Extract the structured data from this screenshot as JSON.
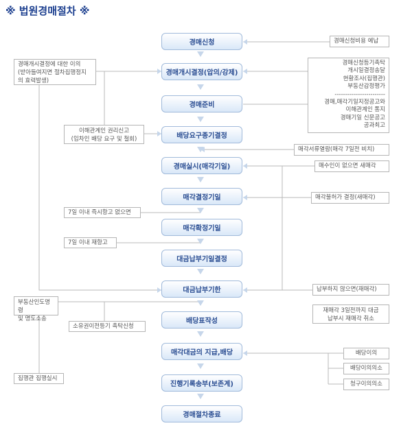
{
  "title": "※ 법원경매절차 ※",
  "steps": [
    "경매신청",
    "경매개시결정(압의/강제)",
    "경매준비",
    "배당요구종기결정",
    "경매실시(매각기일)",
    "매각결정기일",
    "매각확정기일",
    "대금납부기일결정",
    "대금납부기한",
    "배당표작성",
    "매각대금의 지급,배당",
    "진행기록송부(보존계)",
    "경매절차종료"
  ],
  "left_notes": {
    "objection": "경매개시결정에 대한 이의\n(받아들여지면 절차집행정지\n의 효력발생)",
    "creditor_report": "이해관계인 권리신고\n(임차인 배당 요구 및 철회)",
    "appeal_7days": "7일 이내 즉시항고 없으면",
    "reappeal_7days": "7일 이내 재항고",
    "eviction": "부동산인도명령\n및 명도소송",
    "cancel_registration": "소유권이전등기 촉탁신청",
    "enforcement": "집행관 집행실시"
  },
  "right_notes": {
    "cost_prepay": "경매신청비용 예납",
    "preparation_block": "경매신청등기촉탁\n개시일결정송달\n현황조사(집행관)\n부동산감정평가\n------------------------\n경매,매각기일지정공고와\n이해관계인 통지\n경매기일 신문공고\n공과최고",
    "document_view": "매각서류열람(매각 7일전 비치)",
    "no_buyer": "매수인이 없으면 새매각",
    "permit_decision": "매각불허가 결정(새매각)",
    "no_payment": "납부하지 않으면(재매각)",
    "resale_cancel": "재매각 3일전까지 대금\n납부시 재매각 취소",
    "dividend_objection": "배당이의",
    "objection_suit": "배당이의의소",
    "claim_objection_suit": "청구이의의소"
  }
}
